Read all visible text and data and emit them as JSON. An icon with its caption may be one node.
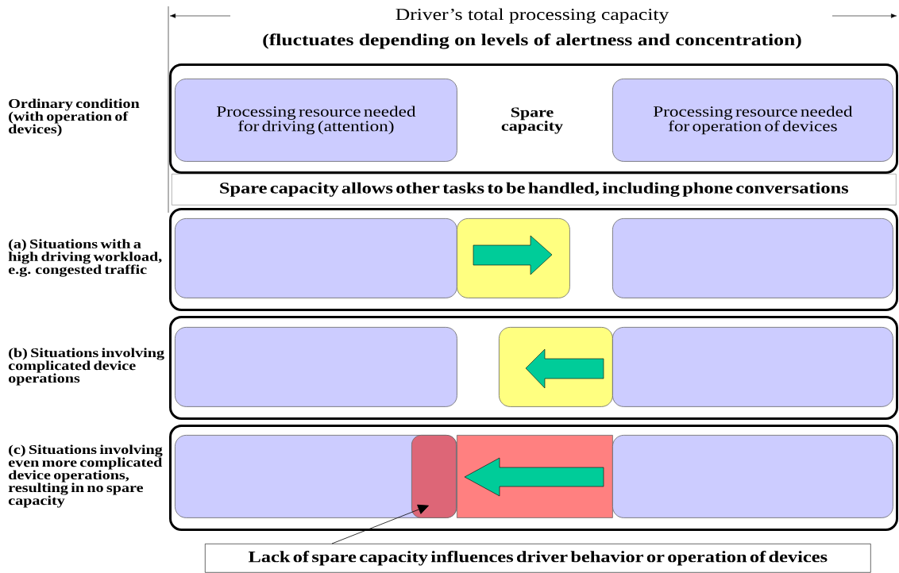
{
  "diagram": {
    "nodes": [
      {
        "text": [],
        "shape": "box",
        "beside": [
          "Ordinary condition (with operation of devices)"
        ]
      },
      {
        "text": [
          "Processing resource needed for driving (attention)"
        ],
        "in": 0
      },
      {
        "text": [
          "Processing resource needed for operation of devices"
        ],
        "in": 0
      },
      {
        "text": [
          "Spare capacity allows other tasks to be handled, including phone conversations"
        ]
      },
      {
        "text": [],
        "shape": "box",
        "beside": [
          "(a) Situations with a high driving workload, e.g. congested traffic"
        ]
      },
      {
        "text": [],
        "shape": "box",
        "in": 4
      },
      {
        "text": [],
        "shape": "box",
        "in": 4
      },
      {
        "text": [],
        "shape": "box",
        "in": 4
      },
      {
        "text": [],
        "shape": "box",
        "beside": [
          "(b) Situations involving complicated device operations"
        ]
      },
      {
        "text": [],
        "shape": "box",
        "in": 8
      },
      {
        "text": [],
        "shape": "box",
        "in": 8
      },
      {
        "text": [],
        "shape": "box",
        "in": 8
      },
      {
        "text": [],
        "shape": "box",
        "beside": [
          "(c) Situations involving even more complicated device operations, resulting in no spare capacity"
        ]
      },
      {
        "text": [],
        "shape": "box",
        "in": 12
      },
      {
        "text": [],
        "shape": "box",
        "in": 12
      },
      {
        "text": [],
        "shape": "box",
        "in": 13
      },
      {
        "text": [],
        "shape": "box",
        "in": 12
      },
      {
        "text": [
          "Lack of spare capacity influences driver behavior or operation of devices"
        ]
      }
    ],
    "edges": [
      {
        "from": 17,
        "to": 15,
        "arrow": "to"
      }
    ],
    "labels": [
      "Driver’s total processing capacity",
      "(fluctuates depending on levels of alertness and concentration)",
      "Spare capacity"
    ]
  }
}
